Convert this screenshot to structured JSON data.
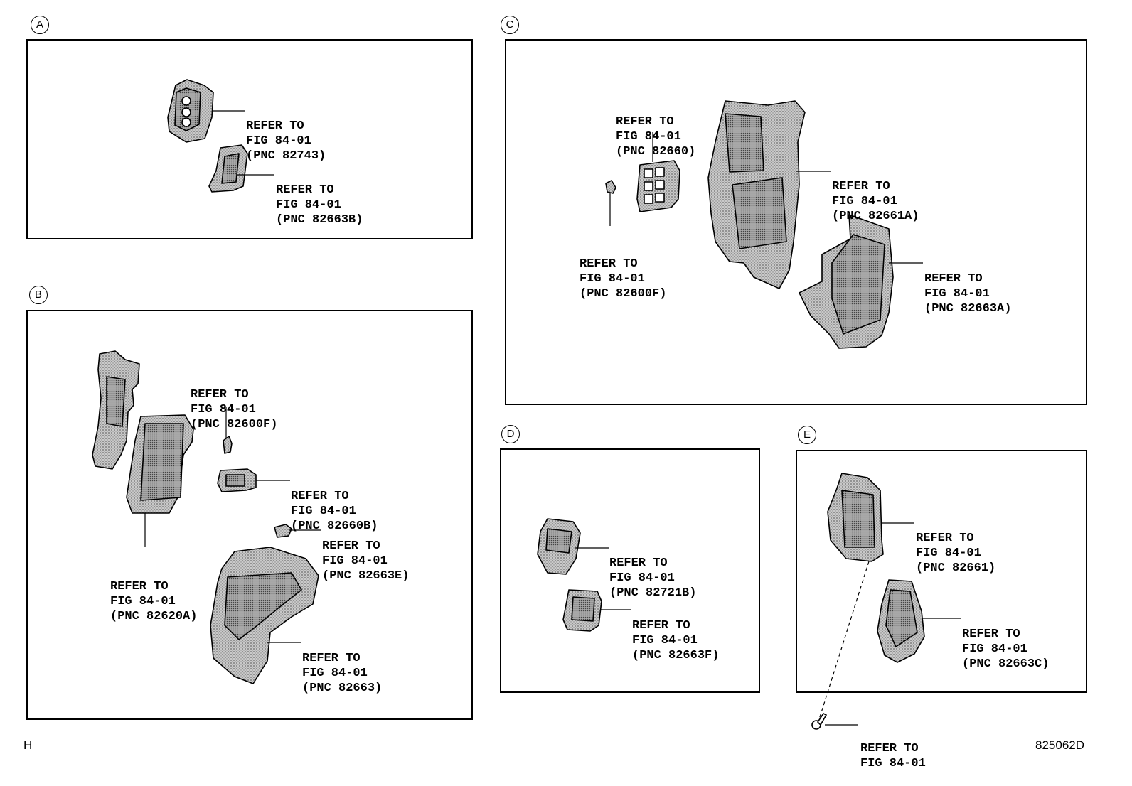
{
  "sections": {
    "A": {
      "marker": "A",
      "callouts": [
        {
          "l1": "REFER TO",
          "l2": "FIG 84-01",
          "l3": "(PNC 82743)"
        },
        {
          "l1": "REFER TO",
          "l2": "FIG 84-01",
          "l3": "(PNC 82663B)"
        }
      ]
    },
    "B": {
      "marker": "B",
      "callouts": [
        {
          "l1": "REFER TO",
          "l2": "FIG 84-01",
          "l3": "(PNC 82600F)"
        },
        {
          "l1": "REFER TO",
          "l2": "FIG 84-01",
          "l3": "(PNC 82660B)"
        },
        {
          "l1": "REFER TO",
          "l2": "FIG 84-01",
          "l3": "(PNC 82663E)"
        },
        {
          "l1": "REFER TO",
          "l2": "FIG 84-01",
          "l3": "(PNC 82620A)"
        },
        {
          "l1": "REFER TO",
          "l2": "FIG 84-01",
          "l3": "(PNC 82663)"
        }
      ]
    },
    "C": {
      "marker": "C",
      "callouts": [
        {
          "l1": "REFER TO",
          "l2": "FIG 84-01",
          "l3": "(PNC 82660)"
        },
        {
          "l1": "REFER TO",
          "l2": "FIG 84-01",
          "l3": "(PNC 82661A)"
        },
        {
          "l1": "REFER TO",
          "l2": "FIG 84-01",
          "l3": "(PNC 82600F)"
        },
        {
          "l1": "REFER TO",
          "l2": "FIG 84-01",
          "l3": "(PNC 82663A)"
        }
      ]
    },
    "D": {
      "marker": "D",
      "callouts": [
        {
          "l1": "REFER TO",
          "l2": "FIG 84-01",
          "l3": "(PNC 82721B)"
        },
        {
          "l1": "REFER TO",
          "l2": "FIG 84-01",
          "l3": "(PNC 82663F)"
        }
      ]
    },
    "E": {
      "marker": "E",
      "callouts": [
        {
          "l1": "REFER TO",
          "l2": "FIG 84-01",
          "l3": "(PNC 82661)"
        },
        {
          "l1": "REFER TO",
          "l2": "FIG 84-01",
          "l3": "(PNC 82663C)"
        }
      ]
    }
  },
  "bolt_callout": {
    "l1": "REFER TO",
    "l2": "FIG 84-01"
  },
  "footer": {
    "left": "H",
    "right": "825062D"
  }
}
